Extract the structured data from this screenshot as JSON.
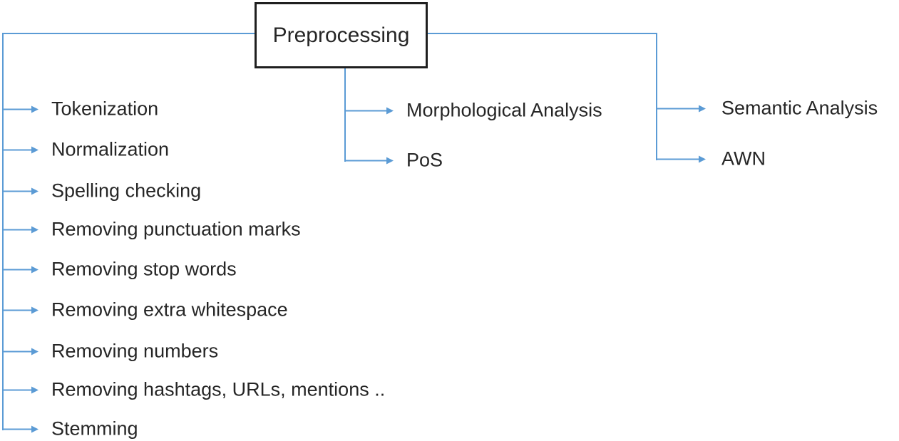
{
  "root": {
    "label": "Preprocessing"
  },
  "branches": {
    "left": {
      "items": [
        {
          "label": "Tokenization"
        },
        {
          "label": "Normalization"
        },
        {
          "label": "Spelling checking"
        },
        {
          "label": "Removing punctuation marks"
        },
        {
          "label": "Removing stop words"
        },
        {
          "label": "Removing extra whitespace"
        },
        {
          "label": "Removing numbers"
        },
        {
          "label": "Removing hashtags, URLs, mentions .."
        },
        {
          "label": "Stemming"
        }
      ]
    },
    "middle": {
      "items": [
        {
          "label": "Morphological Analysis"
        },
        {
          "label": "PoS"
        }
      ]
    },
    "right": {
      "items": [
        {
          "label": "Semantic Analysis"
        },
        {
          "label": "AWN"
        }
      ]
    }
  },
  "colors": {
    "connector": "#5B9BD5",
    "text": "#262626",
    "box_border": "#1f1f1f",
    "background": "#ffffff"
  }
}
